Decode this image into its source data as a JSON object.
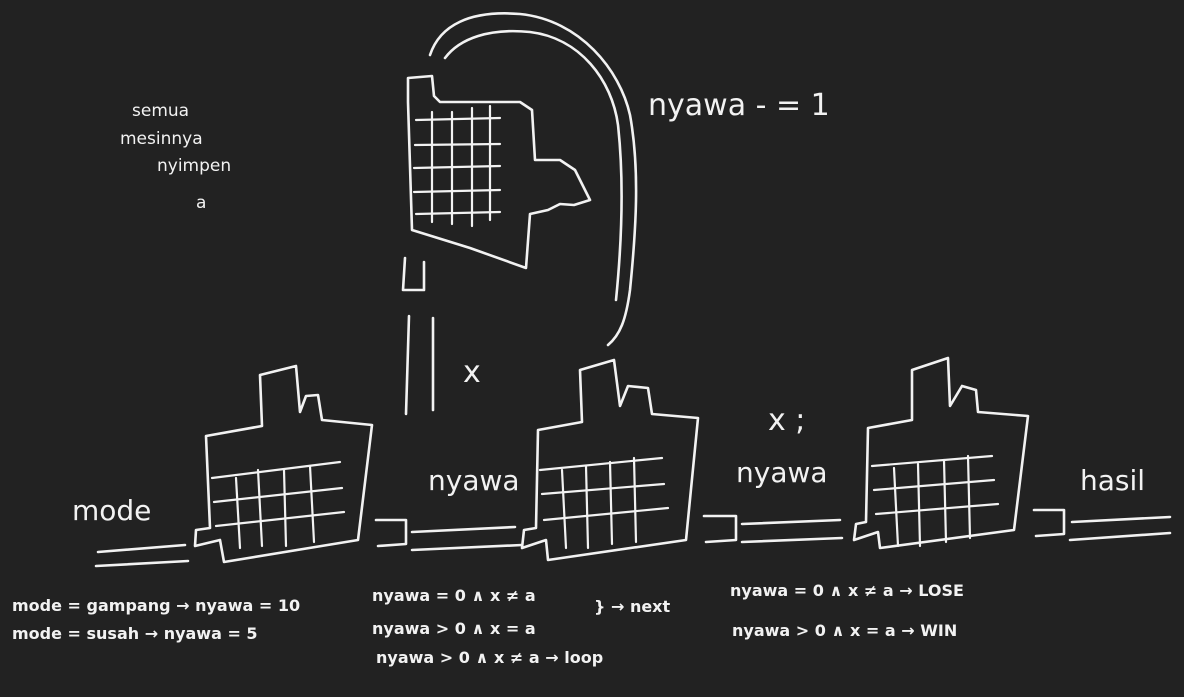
{
  "diagram": {
    "colors": {
      "background": "#222222",
      "ink": "#f2f2f2"
    },
    "top_note": [
      "semua",
      "mesinnya",
      "nyimpen",
      "a"
    ],
    "edge_labels": {
      "lives_decrement": "nyawa - = 1",
      "guess_var": "x",
      "guess_var2": "x ;",
      "input_label": "mode",
      "between_1_2": "nyawa",
      "between_2_3": "nyawa",
      "output_label": "hasil"
    },
    "rules_mode": [
      "mode = gampang → nyawa = 10",
      "mode = susah → nyawa = 5"
    ],
    "rules_machine2": [
      "nyawa = 0  ∧  x ≠ a",
      "nyawa > 0  ∧  x = a",
      "nyawa > 0  ∧  x ≠ a → loop"
    ],
    "rules_machine2_brace": "} → next",
    "rules_machine3": [
      "nyawa = 0  ∧  x ≠ a → LOSE",
      "nyawa > 0  ∧  x = a → WIN"
    ]
  }
}
